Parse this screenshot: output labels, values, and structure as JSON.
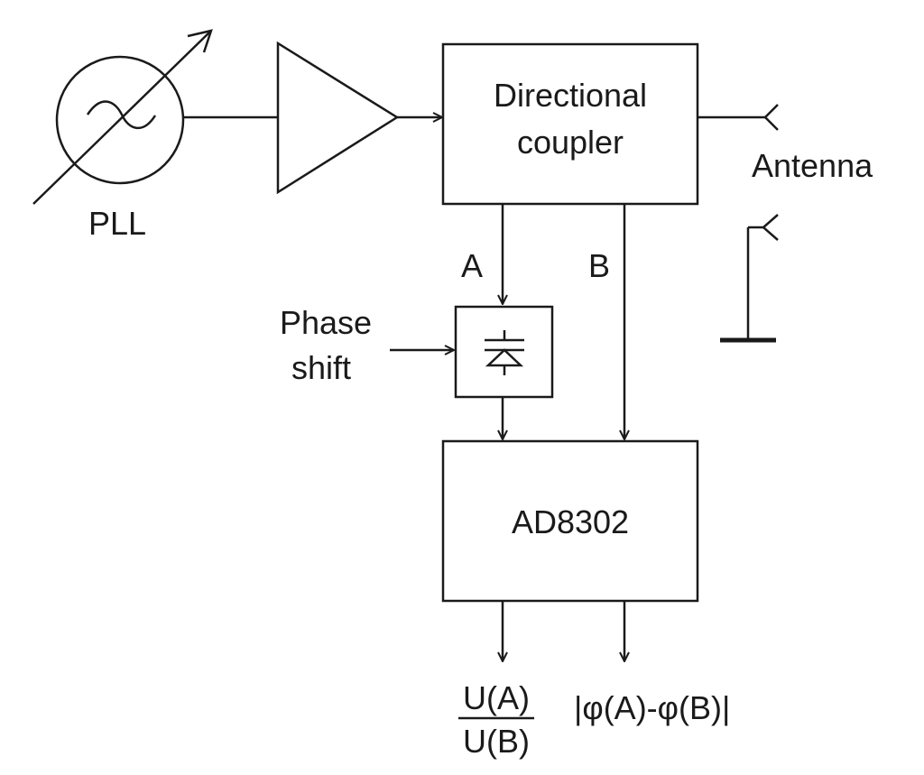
{
  "oscillator": {
    "label": "PLL"
  },
  "amplifier": {},
  "coupler": {
    "label_line1": "Directional",
    "label_line2": "coupler"
  },
  "antenna": {
    "label": "Antenna"
  },
  "signals": {
    "a": "A",
    "b": "B"
  },
  "phase_shifter": {
    "label_line1": "Phase",
    "label_line2": "shift"
  },
  "detector": {
    "label": "AD8302"
  },
  "outputs": {
    "ratio_numerator": "U(A)",
    "ratio_denominator": "U(B)",
    "phase_difference": "|φ(A)-φ(B)|"
  },
  "colors": {
    "stroke": "#1a1a1a",
    "background": "#ffffff"
  }
}
